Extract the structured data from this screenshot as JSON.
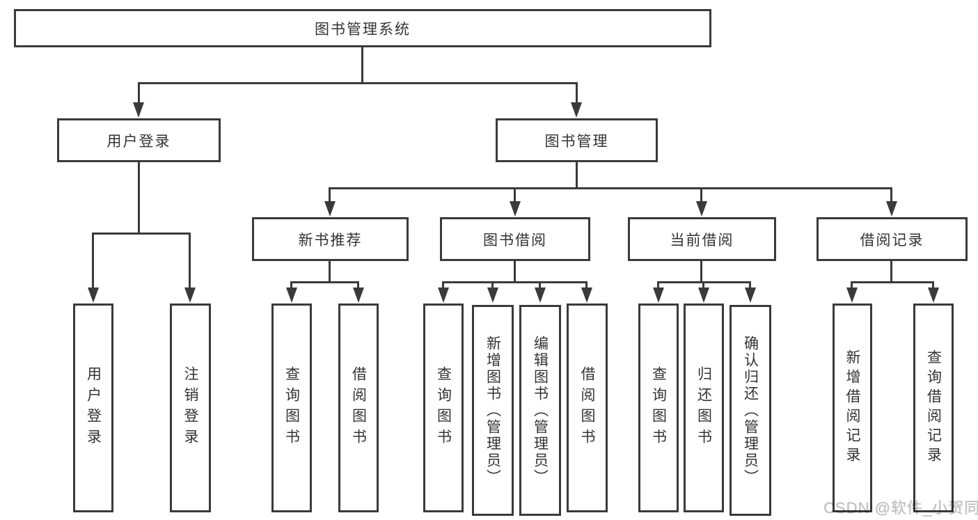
{
  "diagram_title": "图书管理系统",
  "nodes": {
    "root": "图书管理系统",
    "level2": [
      "用户登录",
      "图书管理"
    ],
    "level3": [
      "新书推荐",
      "图书借阅",
      "当前借阅",
      "借阅记录"
    ],
    "leaves_user": [
      "用户登录",
      "注销登录"
    ],
    "leaves_recommend": [
      "查询图书",
      "借阅图书"
    ],
    "leaves_borrow": [
      "查询图书",
      "新增图书（管理员）",
      "编辑图书（管理员）",
      "借阅图书"
    ],
    "leaves_current": [
      "查询图书",
      "归还图书",
      "确认归还（管理员）"
    ],
    "leaves_records": [
      "新增借阅记录",
      "查询借阅记录"
    ]
  },
  "watermark": "CSDN @软件_小贺同学",
  "colors": {
    "line": "#3a3a3a",
    "text": "#333333",
    "watermark": "#bdbdbd",
    "background": "#ffffff"
  }
}
